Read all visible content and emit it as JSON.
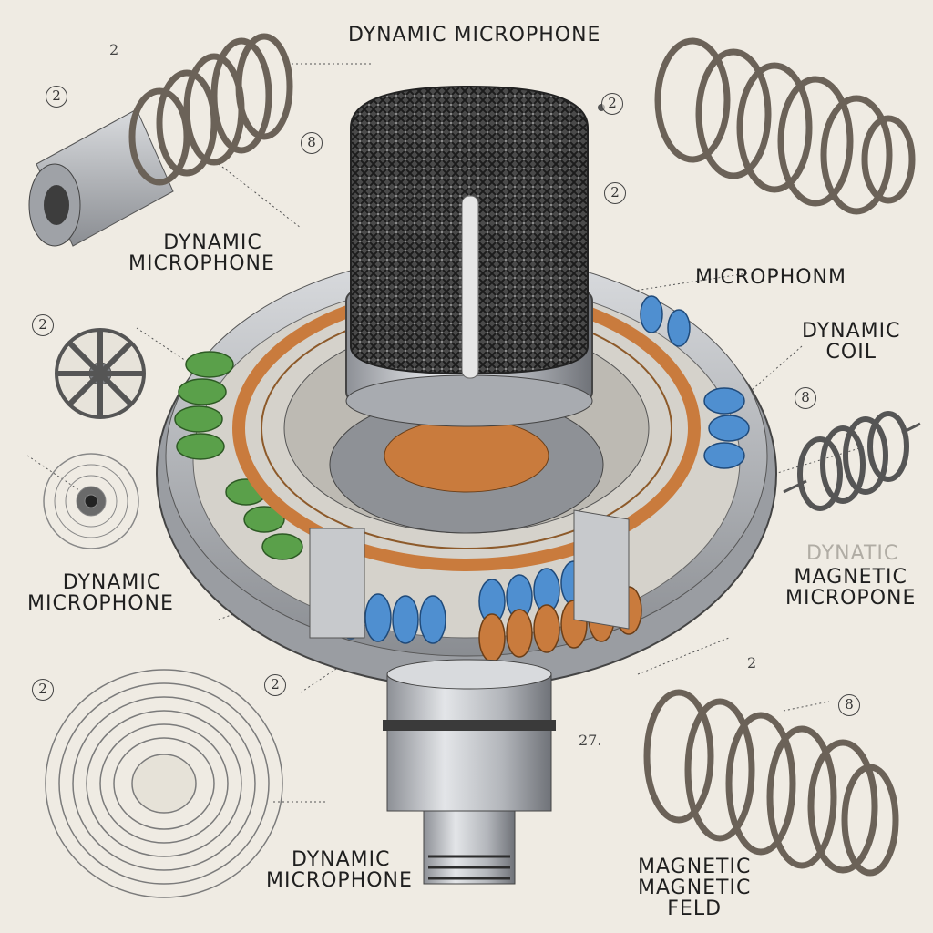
{
  "title": "DYNAMIC MICROPHONE",
  "labels": {
    "left_top": [
      "DYNAMIC",
      "MICROPHONE"
    ],
    "left_mid": [
      "DYNAMIC",
      "MICROPHONE"
    ],
    "bottom_center": [
      "DYNAMIC",
      "MICROPHONE"
    ],
    "right_top": "MICROPHONM",
    "right_coil": [
      "DYNAMIC",
      "COIL"
    ],
    "right_mid_faded": "DYNATIC",
    "right_mid": [
      "MAGNETIC",
      "MICROPONE"
    ],
    "bottom_right": [
      "MAGNETIC",
      "MAGNETIC",
      "FELD"
    ]
  },
  "callouts": {
    "c1": "2",
    "c2": "2",
    "c3": "8",
    "c4": "2",
    "c5": "2",
    "c6": "8",
    "c7": "2",
    "c8": "2",
    "c9": "8",
    "c10": "2",
    "c11": "27.",
    "c12": "2"
  },
  "colors": {
    "background": "#efebe3",
    "metal": "#b9bcc0",
    "grille": "#2b2b2b",
    "green_coil": "#5aa04a",
    "blue_coil": "#4f8fd0",
    "copper": "#c97b3d",
    "spring": "#6b6258"
  }
}
